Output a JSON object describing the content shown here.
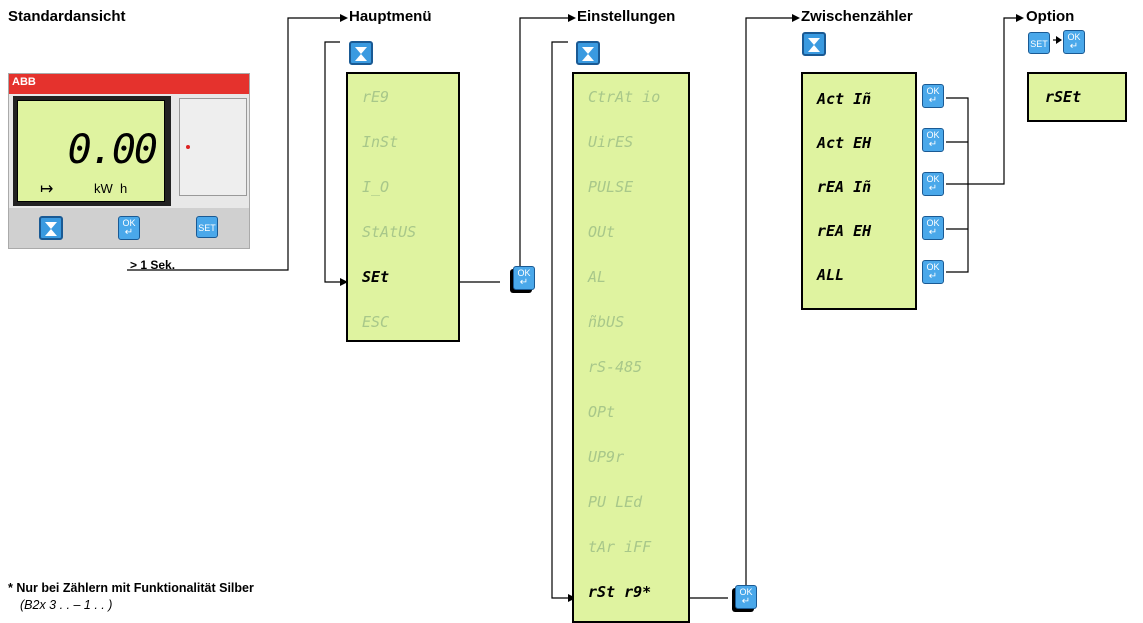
{
  "headers": {
    "standard": "Standardansicht",
    "main_menu": "Hauptmenü",
    "settings": "Einstellungen",
    "sub_counter": "Zwischenzähler",
    "option": "Option"
  },
  "meter": {
    "brand": "ABB",
    "value": "0.00",
    "unit": "kW  h",
    "arrow": "↦",
    "press_label": "> 1 Sek."
  },
  "buttons": {
    "ok": "OK",
    "enter": "↵",
    "set": "SET"
  },
  "main_menu_items": [
    {
      "label": "rE9",
      "active": false
    },
    {
      "label": "InSt",
      "active": false
    },
    {
      "label": "I_O",
      "active": false
    },
    {
      "label": "StAtUS",
      "active": false
    },
    {
      "label": "SEt",
      "active": true
    },
    {
      "label": "ESC",
      "active": false
    }
  ],
  "settings_items": [
    {
      "label": "CtrAt io",
      "active": false
    },
    {
      "label": "UirES",
      "active": false
    },
    {
      "label": "PULSE",
      "active": false
    },
    {
      "label": "OUt",
      "active": false
    },
    {
      "label": "AL",
      "active": false
    },
    {
      "label": "ñbUS",
      "active": false
    },
    {
      "label": "rS-485",
      "active": false
    },
    {
      "label": "OPt",
      "active": false
    },
    {
      "label": "UP9r",
      "active": false
    },
    {
      "label": "PU LEd",
      "active": false
    },
    {
      "label": "tAr iFF",
      "active": false
    },
    {
      "label": "rSt r9*",
      "active": true
    }
  ],
  "sub_counter_items": [
    {
      "label": "Act Iñ"
    },
    {
      "label": "Act EH"
    },
    {
      "label": "rEA Iñ"
    },
    {
      "label": "rEA EH"
    },
    {
      "label": "ALL"
    }
  ],
  "option_item": "rSEt",
  "footnote": {
    "line1": "* Nur bei Zählern mit Funktionalität Silber",
    "line2": "(B2x 3 . . – 1 . . )"
  },
  "colors": {
    "lcd": "#dff3a0",
    "button_blue": "#4aa8ea",
    "brand_red": "#e5322d"
  }
}
